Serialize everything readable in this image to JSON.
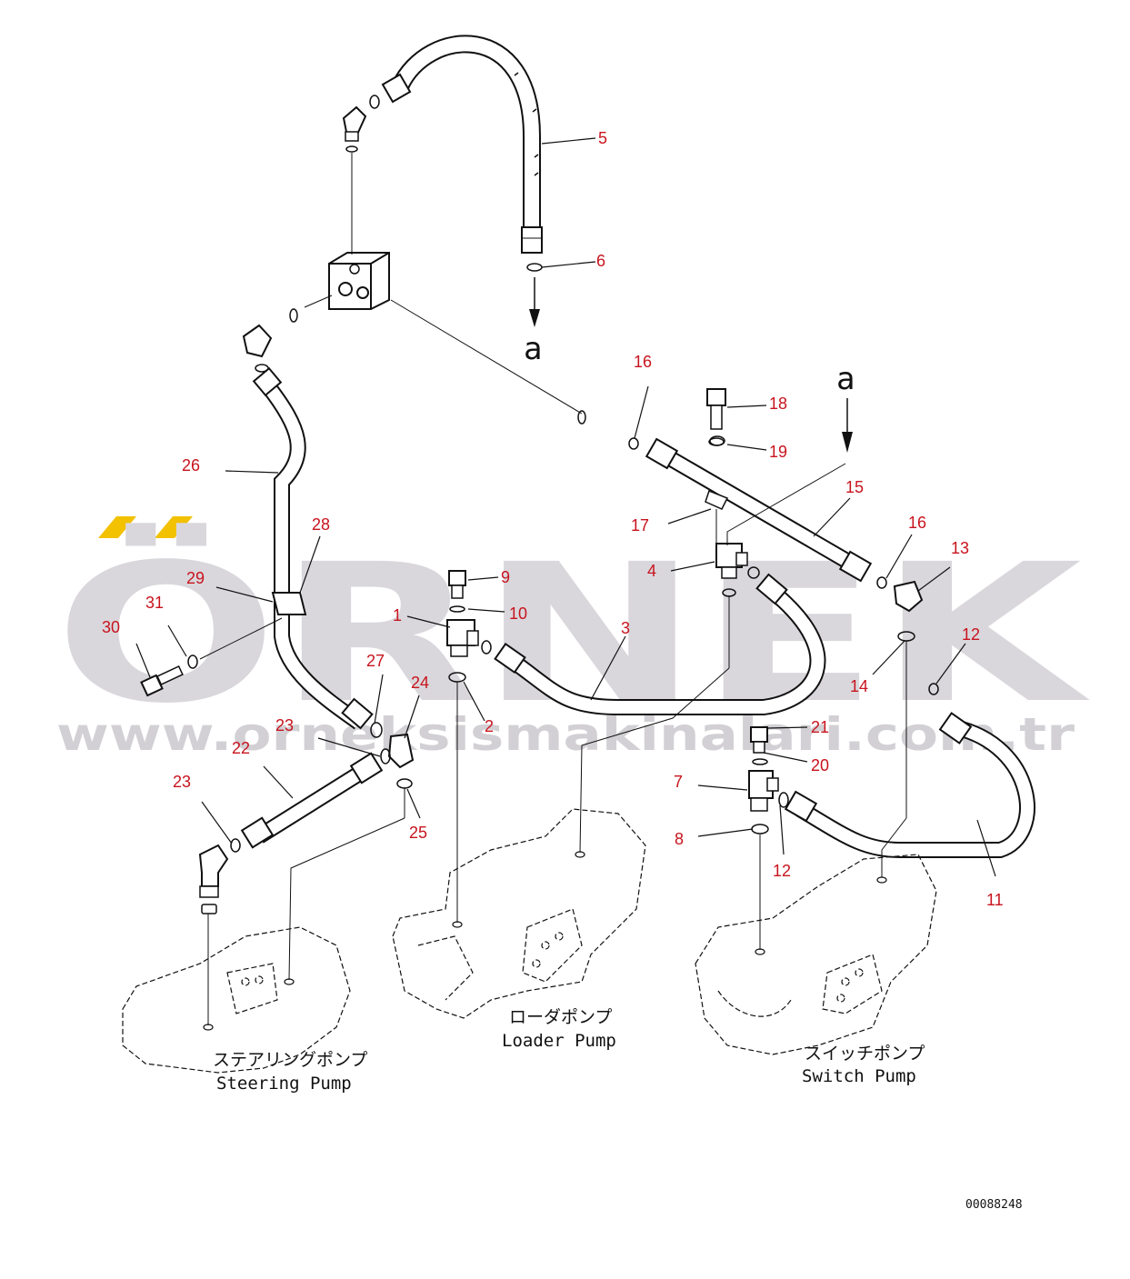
{
  "watermark": {
    "brand": "ÖRNEK",
    "url": "www.orneksismakinalari.com.tr"
  },
  "arrows": {
    "top": "a",
    "right": "a"
  },
  "pumps": {
    "steering_jp": "ステアリングポンプ",
    "steering_en": "Steering Pump",
    "loader_jp": "ローダポンプ",
    "loader_en": "Loader Pump",
    "switch_jp": "スイッチポンプ",
    "switch_en": "Switch Pump"
  },
  "drawing_number": "00088248",
  "callouts": [
    "1",
    "2",
    "3",
    "4",
    "5",
    "6",
    "7",
    "8",
    "9",
    "10",
    "11",
    "12",
    "12",
    "13",
    "14",
    "15",
    "16",
    "16",
    "17",
    "18",
    "19",
    "20",
    "21",
    "22",
    "23",
    "23",
    "24",
    "25",
    "26",
    "27",
    "28",
    "29",
    "30",
    "31"
  ],
  "colors": {
    "callout": "#c8141e",
    "watermark": "#d9d7dc",
    "watermark_accent": "#f2c100",
    "line": "#111111"
  }
}
